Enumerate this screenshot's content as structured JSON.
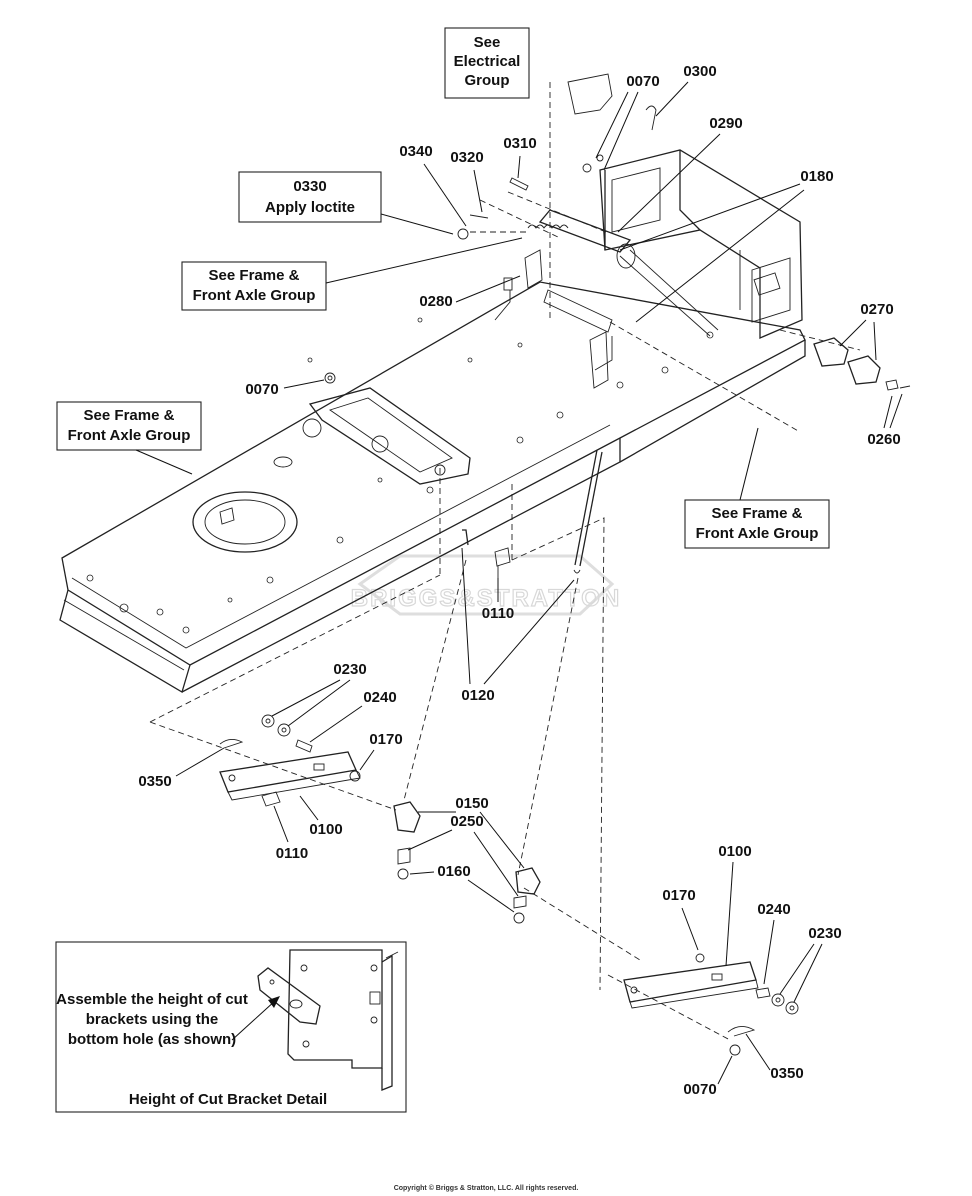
{
  "callouts": {
    "see_electrical": [
      "See",
      "Electrical",
      "Group"
    ],
    "apply_loctite": [
      "0330",
      "Apply loctite"
    ],
    "see_frame_1": [
      "See Frame &",
      "Front Axle Group"
    ],
    "see_frame_2": [
      "See Frame &",
      "Front Axle Group"
    ],
    "see_frame_3": [
      "See Frame &",
      "Front Axle Group"
    ]
  },
  "parts": {
    "p0070_top": "0070",
    "p0300": "0300",
    "p0290": "0290",
    "p0340": "0340",
    "p0320": "0320",
    "p0310": "0310",
    "p0180": "0180",
    "p0280": "0280",
    "p0270": "0270",
    "p0070_mid": "0070",
    "p0260": "0260",
    "p0110_mid": "0110",
    "p0120": "0120",
    "p0230_left": "0230",
    "p0240_left": "0240",
    "p0170_left": "0170",
    "p0350_left": "0350",
    "p0150": "0150",
    "p0250": "0250",
    "p0100_left": "0100",
    "p0110_left": "0110",
    "p0160": "0160",
    "p0100_right": "0100",
    "p0170_right": "0170",
    "p0240_right": "0240",
    "p0230_right": "0230",
    "p0350_right": "0350",
    "p0070_bottom": "0070"
  },
  "detail": {
    "instruction": [
      "Assemble the height of cut",
      "brackets using the",
      "bottom hole (as shown)"
    ],
    "title": "Height of Cut Bracket Detail"
  },
  "watermark": "BRIGGS&STRATTON",
  "copyright": "Copyright © Briggs & Stratton, LLC. All rights reserved."
}
